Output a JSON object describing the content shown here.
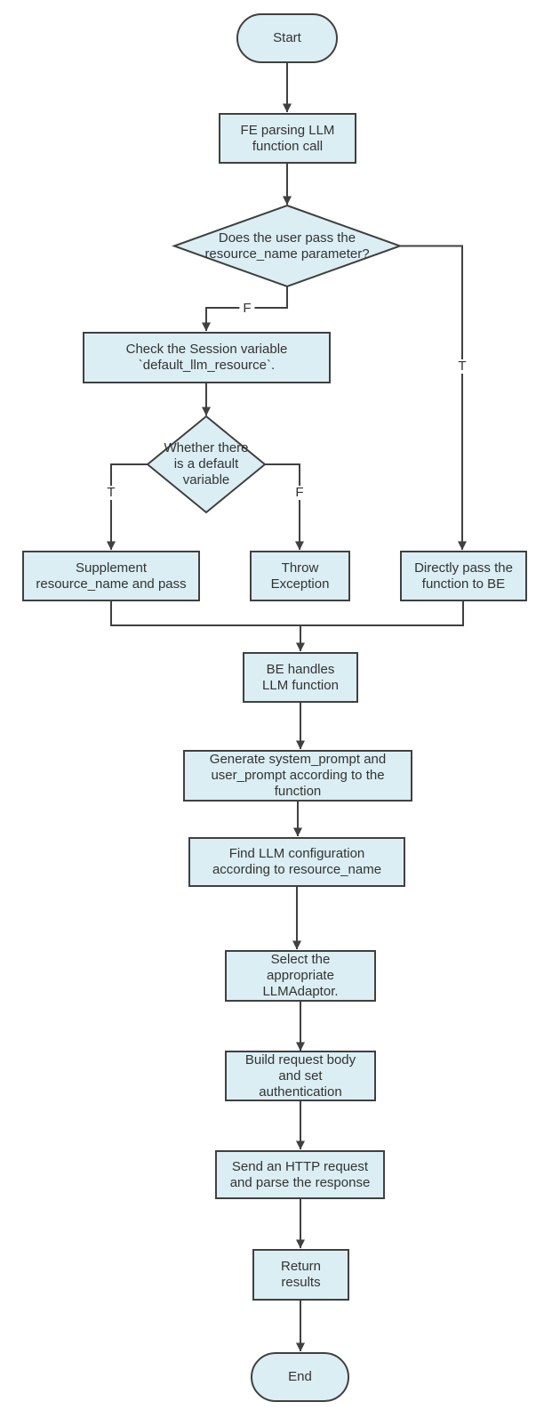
{
  "diagram": {
    "type": "flowchart",
    "direction": "top-down",
    "colors": {
      "node_fill": "#dbeef3",
      "node_border": "#404040",
      "edge_line": "#404040",
      "text": "#333333",
      "background": "#ffffff"
    },
    "nodes": {
      "start": "Start",
      "fe_parse": "FE parsing LLM\nfunction call",
      "decision_pass": "Does the user pass the\nresource_name parameter?",
      "check_session": "Check the Session variable\n`default_llm_resource`.",
      "decision_default": "Whether there\nis a default\nvariable",
      "supplement": "Supplement\nresource_name and pass",
      "throw_exception": "Throw\nException",
      "directly_pass": "Directly pass the\nfunction to BE",
      "be_handles": "BE handles\nLLM function",
      "generate_prompt": "Generate system_prompt and\nuser_prompt according to the\nfunction",
      "find_config": "Find LLM configuration\naccording to resource_name",
      "select_adaptor": "Select the\nappropriate\nLLMAdaptor.",
      "build_request": "Build request body\nand set\nauthentication",
      "send_http": "Send an HTTP request\nand parse the response",
      "return_results": "Return\nresults",
      "end": "End"
    },
    "edge_labels": {
      "decision_pass_false": "F",
      "decision_pass_true": "T",
      "decision_default_true": "T",
      "decision_default_false": "F"
    }
  }
}
